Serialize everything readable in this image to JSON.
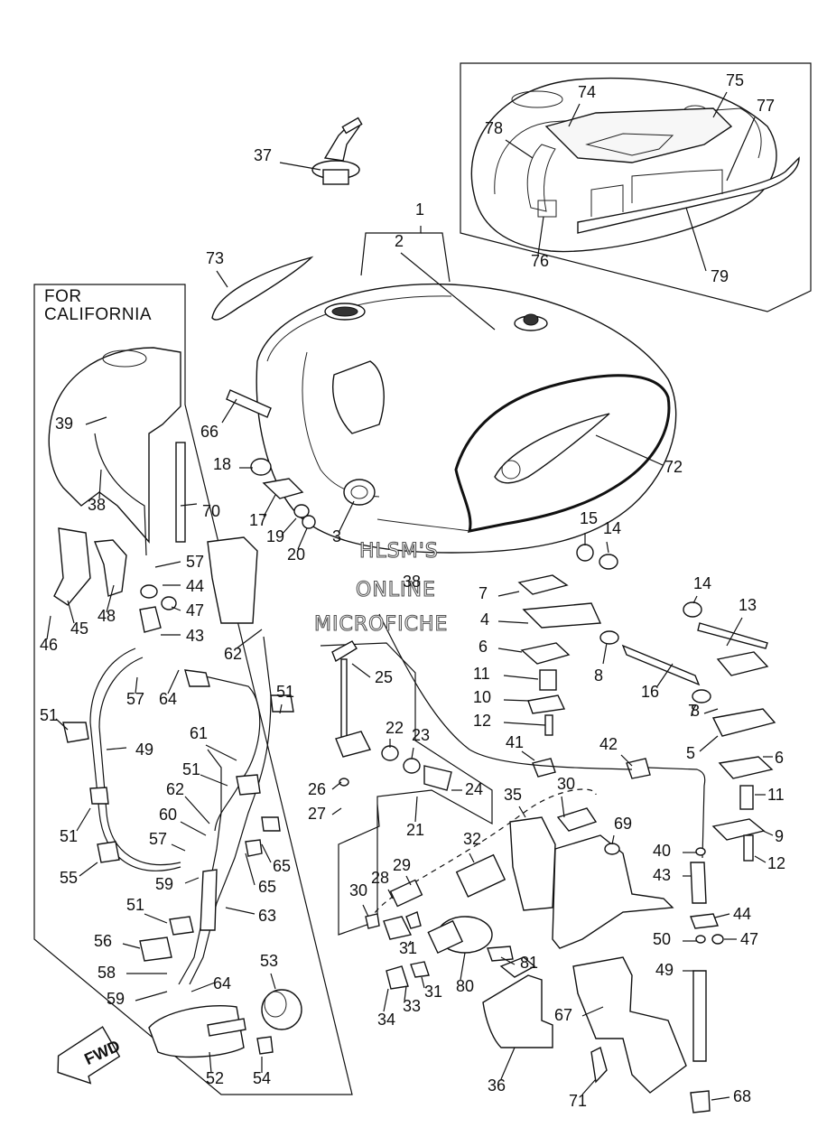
{
  "inset_label": [
    "FOR",
    "CALIFORNIA"
  ],
  "watermark": [
    "HLSM'S",
    "ONLINE",
    "MICROFICHE"
  ],
  "fwd_label": "FWD",
  "callouts": [
    {
      "id": "c1",
      "text": "1"
    },
    {
      "id": "c2",
      "text": "2"
    },
    {
      "id": "c3",
      "text": "3"
    },
    {
      "id": "c4",
      "text": "4"
    },
    {
      "id": "c5",
      "text": "5"
    },
    {
      "id": "c6a",
      "text": "6"
    },
    {
      "id": "c6b",
      "text": "6"
    },
    {
      "id": "c7a",
      "text": "7"
    },
    {
      "id": "c7b",
      "text": "7"
    },
    {
      "id": "c8a",
      "text": "8"
    },
    {
      "id": "c8b",
      "text": "8"
    },
    {
      "id": "c9",
      "text": "9"
    },
    {
      "id": "c10",
      "text": "10"
    },
    {
      "id": "c11a",
      "text": "11"
    },
    {
      "id": "c11b",
      "text": "11"
    },
    {
      "id": "c12a",
      "text": "12"
    },
    {
      "id": "c12b",
      "text": "12"
    },
    {
      "id": "c13",
      "text": "13"
    },
    {
      "id": "c14a",
      "text": "14"
    },
    {
      "id": "c14b",
      "text": "14"
    },
    {
      "id": "c15",
      "text": "15"
    },
    {
      "id": "c16",
      "text": "16"
    },
    {
      "id": "c17",
      "text": "17"
    },
    {
      "id": "c18",
      "text": "18"
    },
    {
      "id": "c19",
      "text": "19"
    },
    {
      "id": "c20",
      "text": "20"
    },
    {
      "id": "c21",
      "text": "21"
    },
    {
      "id": "c22",
      "text": "22"
    },
    {
      "id": "c23",
      "text": "23"
    },
    {
      "id": "c24",
      "text": "24"
    },
    {
      "id": "c25",
      "text": "25"
    },
    {
      "id": "c26",
      "text": "26"
    },
    {
      "id": "c27",
      "text": "27"
    },
    {
      "id": "c28",
      "text": "28"
    },
    {
      "id": "c29",
      "text": "29"
    },
    {
      "id": "c30a",
      "text": "30"
    },
    {
      "id": "c30b",
      "text": "30"
    },
    {
      "id": "c31a",
      "text": "31"
    },
    {
      "id": "c31b",
      "text": "31"
    },
    {
      "id": "c32",
      "text": "32"
    },
    {
      "id": "c33",
      "text": "33"
    },
    {
      "id": "c34",
      "text": "34"
    },
    {
      "id": "c35",
      "text": "35"
    },
    {
      "id": "c36",
      "text": "36"
    },
    {
      "id": "c37",
      "text": "37"
    },
    {
      "id": "c38a",
      "text": "38"
    },
    {
      "id": "c38b",
      "text": "38"
    },
    {
      "id": "c39",
      "text": "39"
    },
    {
      "id": "c40",
      "text": "40"
    },
    {
      "id": "c41",
      "text": "41"
    },
    {
      "id": "c42",
      "text": "42"
    },
    {
      "id": "c43a",
      "text": "43"
    },
    {
      "id": "c43b",
      "text": "43"
    },
    {
      "id": "c44a",
      "text": "44"
    },
    {
      "id": "c44b",
      "text": "44"
    },
    {
      "id": "c45",
      "text": "45"
    },
    {
      "id": "c46",
      "text": "46"
    },
    {
      "id": "c47a",
      "text": "47"
    },
    {
      "id": "c47b",
      "text": "47"
    },
    {
      "id": "c48",
      "text": "48"
    },
    {
      "id": "c49a",
      "text": "49"
    },
    {
      "id": "c49b",
      "text": "49"
    },
    {
      "id": "c50",
      "text": "50"
    },
    {
      "id": "c51a",
      "text": "51"
    },
    {
      "id": "c51b",
      "text": "51"
    },
    {
      "id": "c51c",
      "text": "51"
    },
    {
      "id": "c51d",
      "text": "51"
    },
    {
      "id": "c51e",
      "text": "51"
    },
    {
      "id": "c52",
      "text": "52"
    },
    {
      "id": "c53",
      "text": "53"
    },
    {
      "id": "c54",
      "text": "54"
    },
    {
      "id": "c55",
      "text": "55"
    },
    {
      "id": "c56",
      "text": "56"
    },
    {
      "id": "c57a",
      "text": "57"
    },
    {
      "id": "c57b",
      "text": "57"
    },
    {
      "id": "c57c",
      "text": "57"
    },
    {
      "id": "c58",
      "text": "58"
    },
    {
      "id": "c59a",
      "text": "59"
    },
    {
      "id": "c59b",
      "text": "59"
    },
    {
      "id": "c60",
      "text": "60"
    },
    {
      "id": "c61",
      "text": "61"
    },
    {
      "id": "c62a",
      "text": "62"
    },
    {
      "id": "c62b",
      "text": "62"
    },
    {
      "id": "c63",
      "text": "63"
    },
    {
      "id": "c64a",
      "text": "64"
    },
    {
      "id": "c64b",
      "text": "64"
    },
    {
      "id": "c65a",
      "text": "65"
    },
    {
      "id": "c65b",
      "text": "65"
    },
    {
      "id": "c66",
      "text": "66"
    },
    {
      "id": "c67",
      "text": "67"
    },
    {
      "id": "c68",
      "text": "68"
    },
    {
      "id": "c69",
      "text": "69"
    },
    {
      "id": "c70",
      "text": "70"
    },
    {
      "id": "c71",
      "text": "71"
    },
    {
      "id": "c72",
      "text": "72"
    },
    {
      "id": "c73",
      "text": "73"
    },
    {
      "id": "c74",
      "text": "74"
    },
    {
      "id": "c75",
      "text": "75"
    },
    {
      "id": "c76",
      "text": "76"
    },
    {
      "id": "c77",
      "text": "77"
    },
    {
      "id": "c78",
      "text": "78"
    },
    {
      "id": "c79",
      "text": "79"
    },
    {
      "id": "c80",
      "text": "80"
    },
    {
      "id": "c81",
      "text": "81"
    }
  ]
}
